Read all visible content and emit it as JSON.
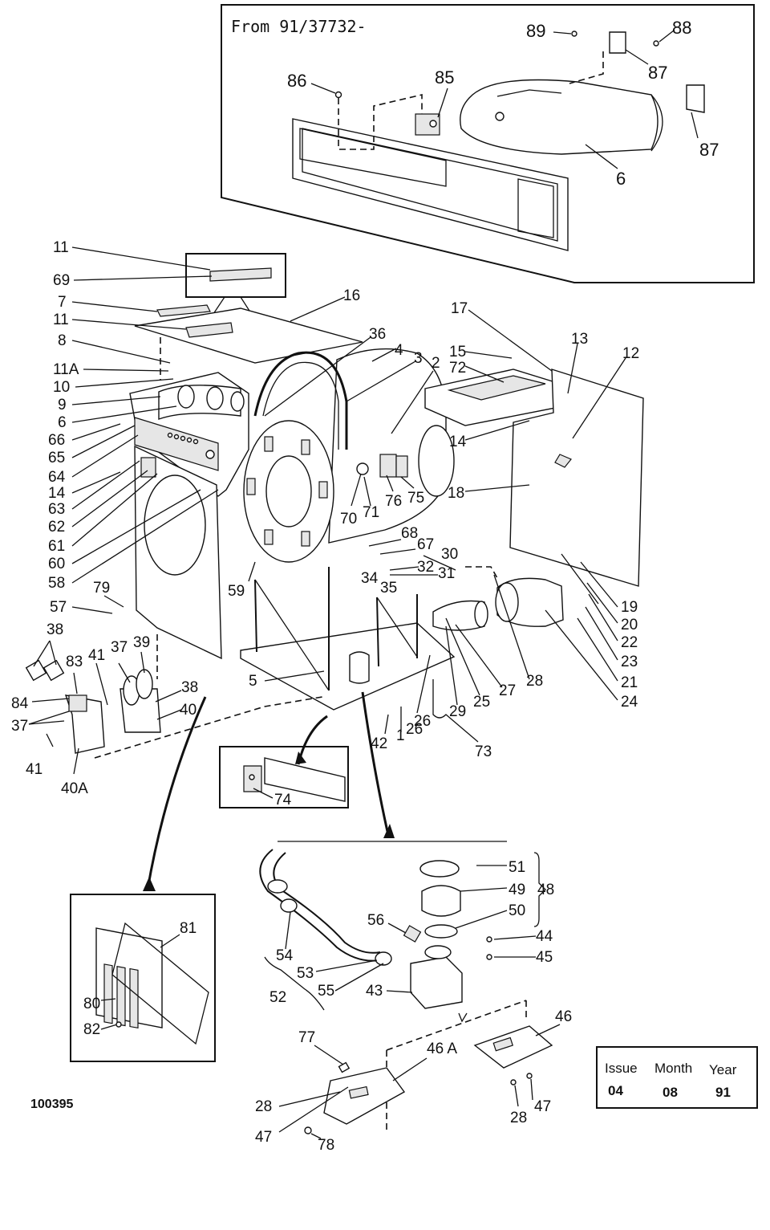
{
  "inset_top": {
    "note": "From 91/37732-",
    "callouts": [
      "89",
      "88",
      "87",
      "86",
      "85",
      "87",
      "6"
    ]
  },
  "main_callouts": {
    "left_column": [
      "11",
      "69",
      "7",
      "11",
      "8",
      "11A",
      "10",
      "9",
      "6",
      "66",
      "65",
      "64",
      "14",
      "63",
      "62",
      "61",
      "60",
      "58",
      "57",
      "79",
      "59"
    ],
    "upper_middle": [
      "16",
      "36",
      "4",
      "3",
      "2",
      "17",
      "15",
      "72",
      "13",
      "12",
      "14",
      "18",
      "70",
      "71",
      "76",
      "75",
      "68",
      "67",
      "30",
      "32",
      "31",
      "34",
      "35"
    ],
    "lower_left": [
      "38",
      "83",
      "41",
      "37",
      "39",
      "38",
      "40",
      "84",
      "37",
      "41",
      "40A",
      "5"
    ],
    "lower_right": [
      "19",
      "20",
      "22",
      "23",
      "21",
      "24",
      "28",
      "27",
      "25",
      "29",
      "26",
      "1",
      "42",
      "26",
      "73"
    ]
  },
  "detail_74": {
    "callout": "74"
  },
  "detail_vent": {
    "callouts": [
      "81",
      "80",
      "82"
    ]
  },
  "detail_pump": {
    "callouts": [
      "51",
      "49",
      "48",
      "50",
      "56",
      "44",
      "45",
      "54",
      "53",
      "55",
      "43",
      "52"
    ]
  },
  "detail_board": {
    "callouts": [
      "77",
      "46 A",
      "46",
      "28",
      "47",
      "78",
      "28",
      "47"
    ]
  },
  "figure_number": "100395",
  "issue_table": {
    "headers": [
      "Issue",
      "Month",
      "Year"
    ],
    "values": [
      "04",
      "08",
      "91"
    ]
  }
}
